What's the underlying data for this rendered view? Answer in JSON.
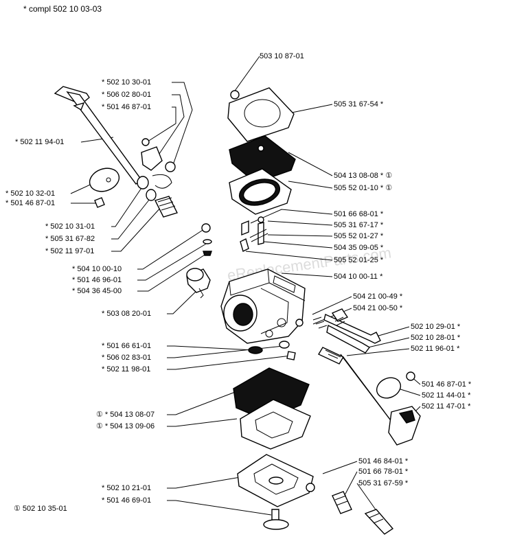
{
  "header": {
    "text": "*  compl 502 10 03-03"
  },
  "footer": {
    "text": "① 502 10 35-01"
  },
  "watermark": {
    "text": "eReplacementParts.com"
  },
  "labels": [
    {
      "id": "lab-1",
      "text": "503 10 87-01"
    },
    {
      "id": "lab-2",
      "text": "*  502 10 30-01"
    },
    {
      "id": "lab-3",
      "text": "*  506 02 80-01"
    },
    {
      "id": "lab-4",
      "text": "*  501 46 87-01"
    },
    {
      "id": "lab-5",
      "text": "505 31 67-54  *"
    },
    {
      "id": "lab-6",
      "text": "*  502 11 94-01"
    },
    {
      "id": "lab-7",
      "text": "504 13 08-08  *  ①"
    },
    {
      "id": "lab-8",
      "text": "505 52 01-10  *  ①"
    },
    {
      "id": "lab-9",
      "text": "*  502 10 32-01"
    },
    {
      "id": "lab-10",
      "text": "*  501 46 87-01"
    },
    {
      "id": "lab-11",
      "text": "501 66 68-01  *"
    },
    {
      "id": "lab-12",
      "text": "*  502 10 31-01"
    },
    {
      "id": "lab-13",
      "text": "505 31 67-17  *"
    },
    {
      "id": "lab-14",
      "text": "*  505 31 67-82"
    },
    {
      "id": "lab-15",
      "text": "505 52 01-27  *"
    },
    {
      "id": "lab-16",
      "text": "*  502 11 97-01"
    },
    {
      "id": "lab-17",
      "text": "504 35 09-05  *"
    },
    {
      "id": "lab-18",
      "text": "505 52 01-25  *"
    },
    {
      "id": "lab-19",
      "text": "*  504 10 00-10"
    },
    {
      "id": "lab-20",
      "text": "*  501 46 96-01"
    },
    {
      "id": "lab-21",
      "text": "504 10 00-11  *"
    },
    {
      "id": "lab-22",
      "text": "*  504 36 45-00"
    },
    {
      "id": "lab-23",
      "text": "504 21 00-49  *"
    },
    {
      "id": "lab-24",
      "text": "*  503 08 20-01"
    },
    {
      "id": "lab-25",
      "text": "504 21 00-50  *"
    },
    {
      "id": "lab-26",
      "text": "502 10 29-01  *"
    },
    {
      "id": "lab-27",
      "text": "502 10 28-01  *"
    },
    {
      "id": "lab-28",
      "text": "*  501 66 61-01"
    },
    {
      "id": "lab-29",
      "text": "502 11 96-01  *"
    },
    {
      "id": "lab-30",
      "text": "*  506 02 83-01"
    },
    {
      "id": "lab-31",
      "text": "*  502 11 98-01"
    },
    {
      "id": "lab-32",
      "text": "501 46 87-01  *"
    },
    {
      "id": "lab-33",
      "text": "502 11 44-01  *"
    },
    {
      "id": "lab-34",
      "text": "①  *  504 13 08-07"
    },
    {
      "id": "lab-35",
      "text": "502 11 47-01  *"
    },
    {
      "id": "lab-36",
      "text": "①  *  504 13 09-06"
    },
    {
      "id": "lab-37",
      "text": "501 46 84-01  *"
    },
    {
      "id": "lab-38",
      "text": "501 66 78-01  *"
    },
    {
      "id": "lab-39",
      "text": "*  502 10 21-01"
    },
    {
      "id": "lab-40",
      "text": "505 31 67-59  *"
    },
    {
      "id": "lab-41",
      "text": "*  501 46 69-01"
    }
  ]
}
